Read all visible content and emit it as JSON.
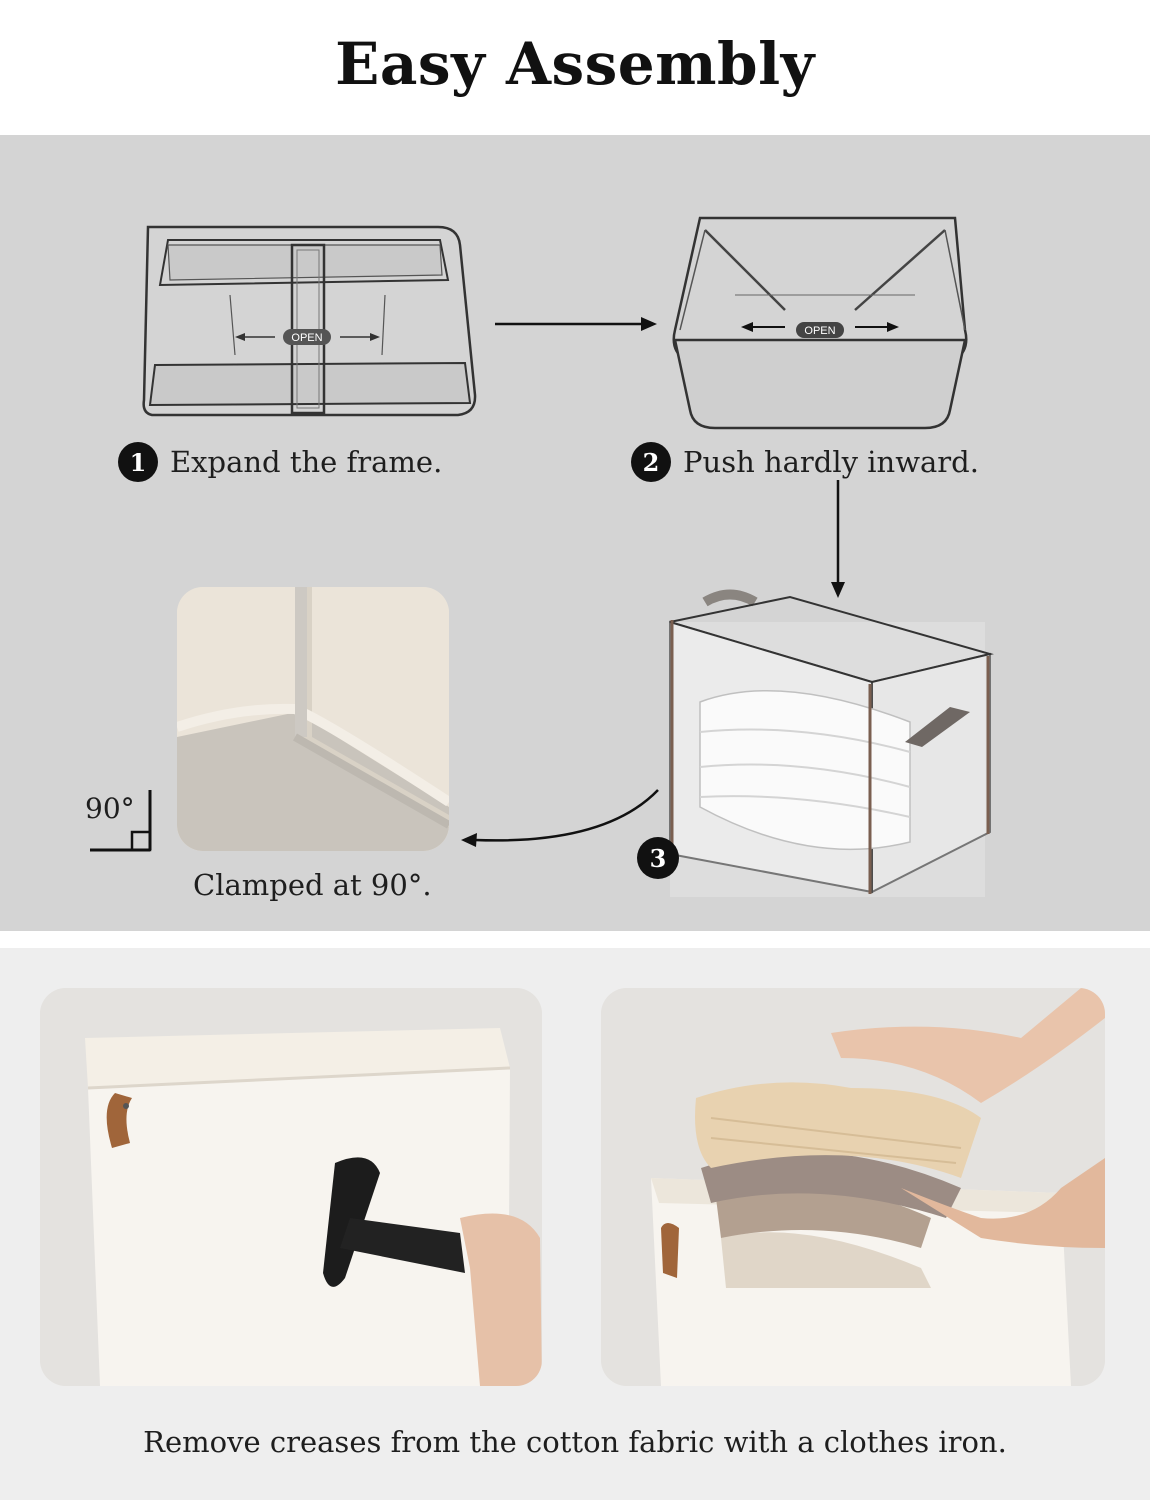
{
  "header": {
    "title": "Easy Assembly"
  },
  "steps": [
    {
      "number": "1",
      "text": "Expand the frame."
    },
    {
      "number": "2",
      "text": "Push hardly inward."
    },
    {
      "number": "3",
      "text": ""
    }
  ],
  "diagram_labels": {
    "open": "OPEN"
  },
  "angle": {
    "degree_label": "90°",
    "caption": "Clamped at 90°."
  },
  "footer": {
    "text": "Remove creases from the cotton fabric with a clothes iron."
  },
  "colors": {
    "panel_gray": "#d4d4d4",
    "bottom_bg": "#eeeeee",
    "ink": "#111111",
    "leather": "#a0653a"
  }
}
